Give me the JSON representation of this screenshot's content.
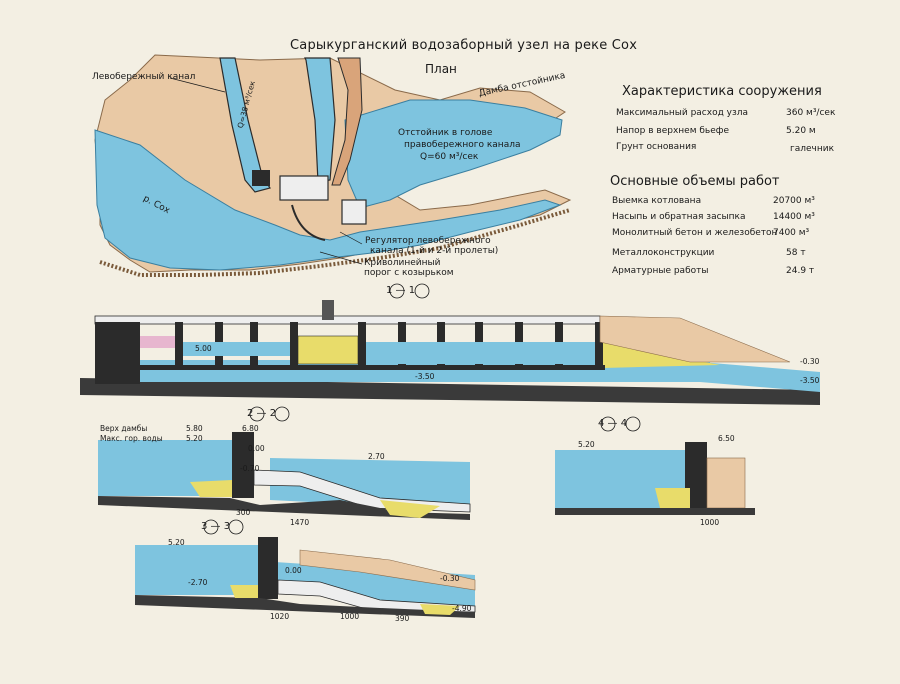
{
  "title": "Сарыкурганский водозаборный узел    на реке  Сох",
  "subtitle": "План",
  "spec": {
    "heading": "Характеристика сооружения",
    "rows": [
      {
        "label": "Максимальный расход узла",
        "value": "360 м³/сек"
      },
      {
        "label": "Напор в верхнем бьефе",
        "value": "5.20 м"
      },
      {
        "label": "Грунт основания",
        "value": "галечник"
      }
    ]
  },
  "works": {
    "heading": "Основные объемы работ",
    "rows": [
      {
        "label": "Выемка котлована",
        "value": "20700 м³"
      },
      {
        "label": "Насыпь и обратная засыпка",
        "value": "14400 м³"
      },
      {
        "label": "Монолитный бетон и железобетон",
        "value": "7400 м³"
      },
      {
        "label": "Металлоконструкции",
        "value": "58 т"
      },
      {
        "label": "Арматурные работы",
        "value": "24.9 т"
      }
    ]
  },
  "plan_labels": {
    "left_canal": "Левобережный канал",
    "dam": "Дамба отстойника",
    "settler_1": "Отстойник в голове",
    "settler_2": "правобережного канала",
    "settler_3": "Q=60 м³/сек",
    "river": "р. Сох",
    "regulator_1": "Регулятор левобережного",
    "regulator_2": "канала (1-й и 2-й пролеты)",
    "sill_1": "Криволинейный",
    "sill_2": "порог с козырьком",
    "q_left": "Q=38 м³/сек"
  },
  "sections": {
    "s11": "1 — 1",
    "s22": "2 — 2",
    "s33": "3 — 3",
    "s44": "4 — 4"
  },
  "s22_labels": {
    "dam_top": "Верх дамбы",
    "dam_top_val": "5.80",
    "max_level": "Макс. гор. воды",
    "max_level_val": "5.20",
    "el_680": "6.80",
    "el_270": "2.70",
    "el_000": "0.00",
    "el_m070": "-0.70",
    "dim_1470": "1470",
    "dim_300": "300"
  },
  "s33_labels": {
    "el_520": "5.20",
    "el_m270": "-2.70",
    "el_000": "0.00",
    "el_m030": "-0.30",
    "el_m490": "-4.90",
    "dim_1000": "1000",
    "dim_1020": "1020",
    "dim_390": "390"
  },
  "s44_labels": {
    "el_520": "5.20",
    "el_650": "6.50",
    "dim_1000": "1000"
  },
  "s11_labels": {
    "el_m030": "-0.30",
    "el_m350": "-3.50",
    "el_m350b": "-3.50",
    "el_500": "5.00"
  },
  "colors": {
    "water": "#7ec4df",
    "land": "#e9c9a5",
    "concrete": "#eeeeee",
    "dark": "#2b2b2b",
    "yellow": "#e8dc6a",
    "pink": "#e7b6cf",
    "paper": "#f3efe3"
  }
}
